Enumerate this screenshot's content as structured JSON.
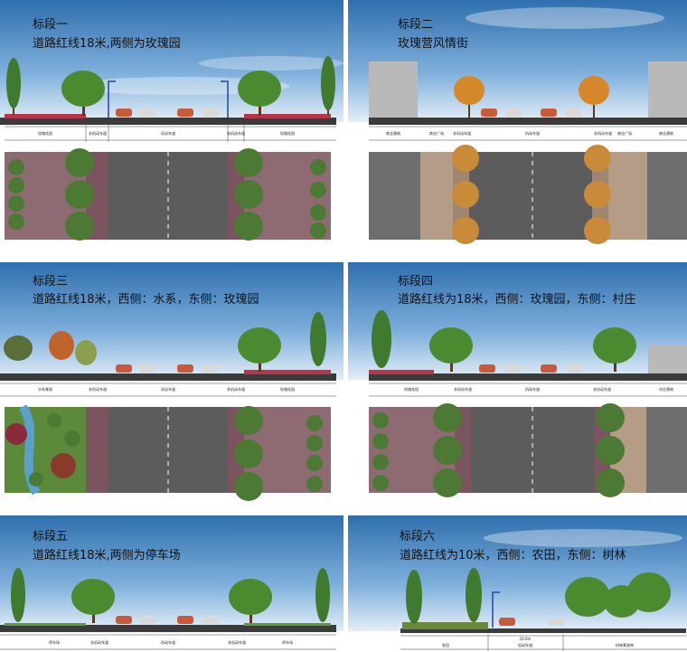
{
  "panels": [
    {
      "title": "标段一",
      "subtitle": "道路红线18米,两侧为玫瑰园",
      "zones": [
        "玫瑰花园",
        "非机动车道",
        "机动车道",
        "非机动车道",
        "玫瑰花园"
      ]
    },
    {
      "title": "标段二",
      "subtitle": "玫瑰营风情街",
      "zones": [
        "商业建筑",
        "商业广场",
        "非机动车道",
        "机动车道",
        "非机动车道",
        "商业广场",
        "商业建筑"
      ]
    },
    {
      "title": "标段三",
      "subtitle": "道路红线18米，西侧：水系，东侧：玫瑰园",
      "zones": [
        "水系景观",
        "非机动车道",
        "机动车道",
        "非机动车道",
        "玫瑰花园"
      ]
    },
    {
      "title": "标段四",
      "subtitle": "道路红线为18米，西侧：玫瑰园，东侧：村庄",
      "zones": [
        "玫瑰花园",
        "非机动车道",
        "机动车道",
        "非机动车道",
        "村庄建筑"
      ]
    },
    {
      "title": "标段五",
      "subtitle": "道路红线18米,两侧为停车场",
      "zones": [
        "停车场",
        "非机动车道",
        "机动车道",
        "非机动车道",
        "停车场"
      ]
    },
    {
      "title": "标段六",
      "subtitle": "道路红线为10米，西侧：农田，东侧：树林",
      "zones": [
        "农田",
        "机动车道",
        "树林景观带"
      ],
      "dimension": "10.0m"
    }
  ],
  "colors": {
    "sky_top": "#2f6fae",
    "sky_bottom": "#e4eef7",
    "asphalt": "#5c5c5c",
    "rose_bed": "#8e6a73",
    "pavers": "#b49c86",
    "building": "#b9b9b9",
    "tree": "#3f7a2e",
    "car": "#c85a3a"
  }
}
